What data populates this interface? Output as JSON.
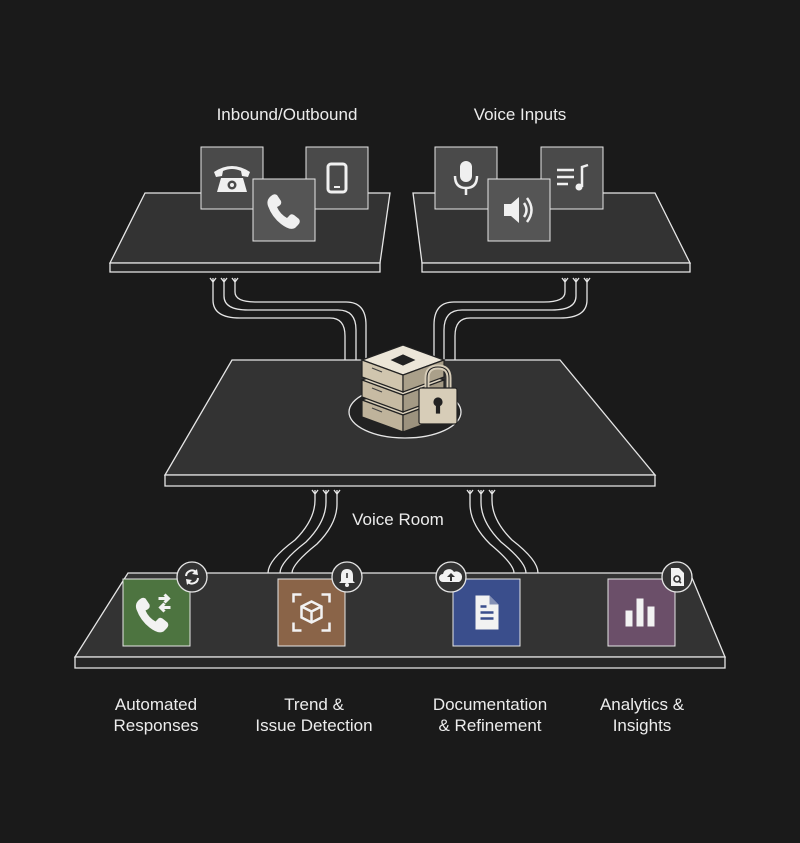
{
  "sources": [
    {
      "label": "Inbound/Outbound",
      "icons": [
        "desk-phone-icon",
        "phone-handset-icon",
        "smartphone-icon"
      ]
    },
    {
      "label": "Voice Inputs",
      "icons": [
        "microphone-icon",
        "speaker-icon",
        "audio-playlist-icon"
      ]
    }
  ],
  "hub": {
    "label": "Voice Room",
    "icon": "secure-server-stack-icon"
  },
  "outputs": [
    {
      "line1": "Automated",
      "line2": "Responses",
      "icon": "call-transfer-icon",
      "badge_icon": "refresh-icon",
      "color": "#4d7440"
    },
    {
      "line1": "Trend &",
      "line2": "Issue Detection",
      "icon": "cube-scan-icon",
      "badge_icon": "bell-icon",
      "color": "#8a6448"
    },
    {
      "line1": "Documentation",
      "line2": "& Refinement",
      "icon": "document-icon",
      "badge_icon": "cloud-upload-icon",
      "color": "#3a4e8c"
    },
    {
      "line1": "Analytics &",
      "line2": "Insights",
      "icon": "bar-chart-icon",
      "badge_icon": "document-search-icon",
      "color": "#6b4f69"
    }
  ],
  "colors": {
    "background": "#1a1a1a",
    "platform": "#333333",
    "stroke": "#e6e6e6",
    "tile": "#4a4a4a"
  }
}
